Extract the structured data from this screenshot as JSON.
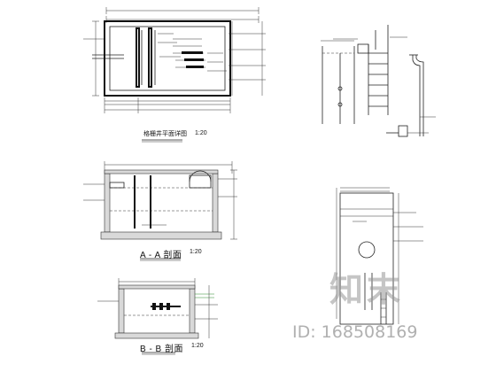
{
  "plan_view": {
    "title": "格栅井平面详图",
    "scale": "1:20"
  },
  "section_aa": {
    "title": "A - A 剖面",
    "scale": "1:20"
  },
  "section_bb": {
    "title": "B - B 剖面",
    "scale": "1:20"
  },
  "watermark": {
    "logo_text": "知末",
    "id_text": "ID: 168508169"
  }
}
